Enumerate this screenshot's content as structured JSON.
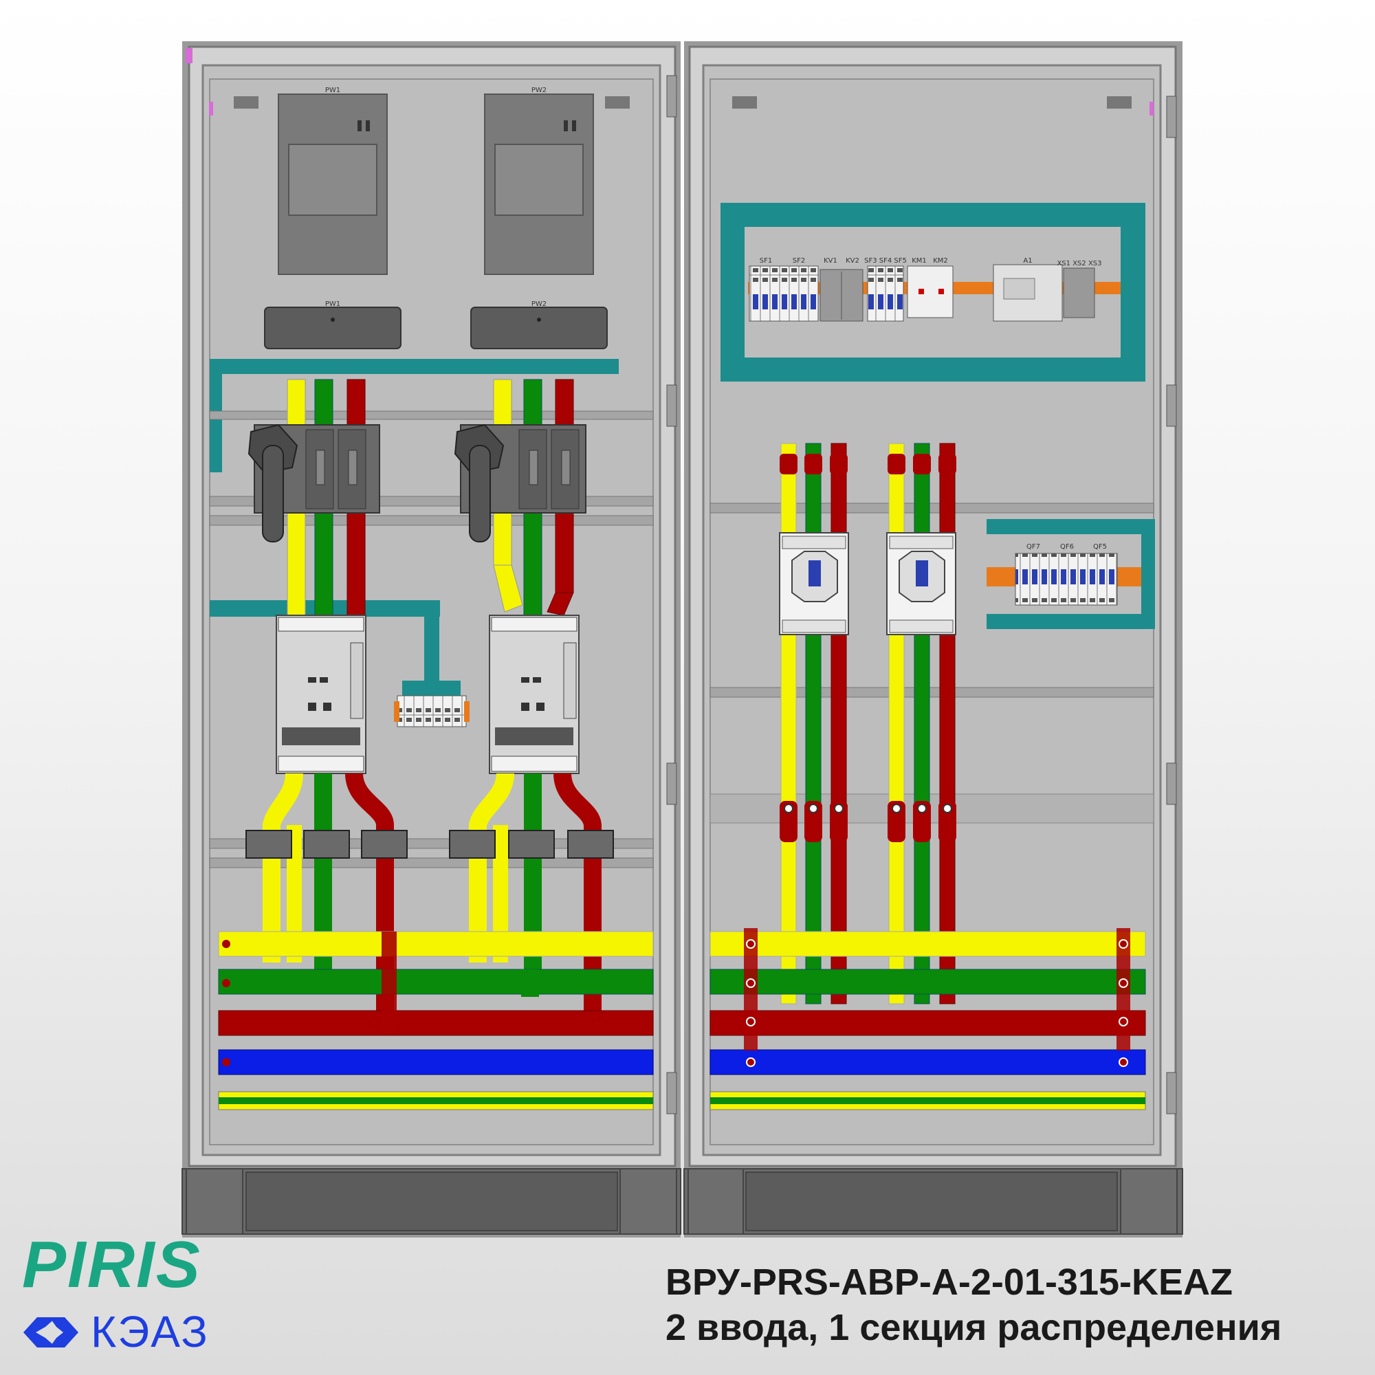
{
  "labels": {
    "pw1_top": "PW1",
    "pw2_top": "PW2",
    "pw1_bottom": "PW1",
    "pw2_bottom": "PW2",
    "sf1": "SF1",
    "sf2": "SF2",
    "kv1": "KV1",
    "kv2": "KV2",
    "sf345": "SF3 SF4 SF5",
    "km1": "KM1",
    "km2": "KM2",
    "a1": "A1",
    "xs": "XS1 XS2 XS3",
    "qf7": "QF7",
    "qf6": "QF6",
    "qf5": "QF5"
  },
  "brand": {
    "piris": "PIRIS",
    "keaz": "КЭАЗ"
  },
  "caption": {
    "line1": "ВРУ-PRS-ABP-A-2-01-315-KEAZ",
    "line2": "2 ввода, 1 секция распределения"
  },
  "colors": {
    "phase_yellow": "#f5f500",
    "phase_green": "#0a8a0a",
    "phase_red": "#a80000",
    "neutral_blue": "#0a1ee6",
    "teal": "#1d8c8c",
    "cabinet": "#c3c3c3",
    "brand_green": "#1aa683",
    "brand_blue": "#1e3ee0"
  }
}
